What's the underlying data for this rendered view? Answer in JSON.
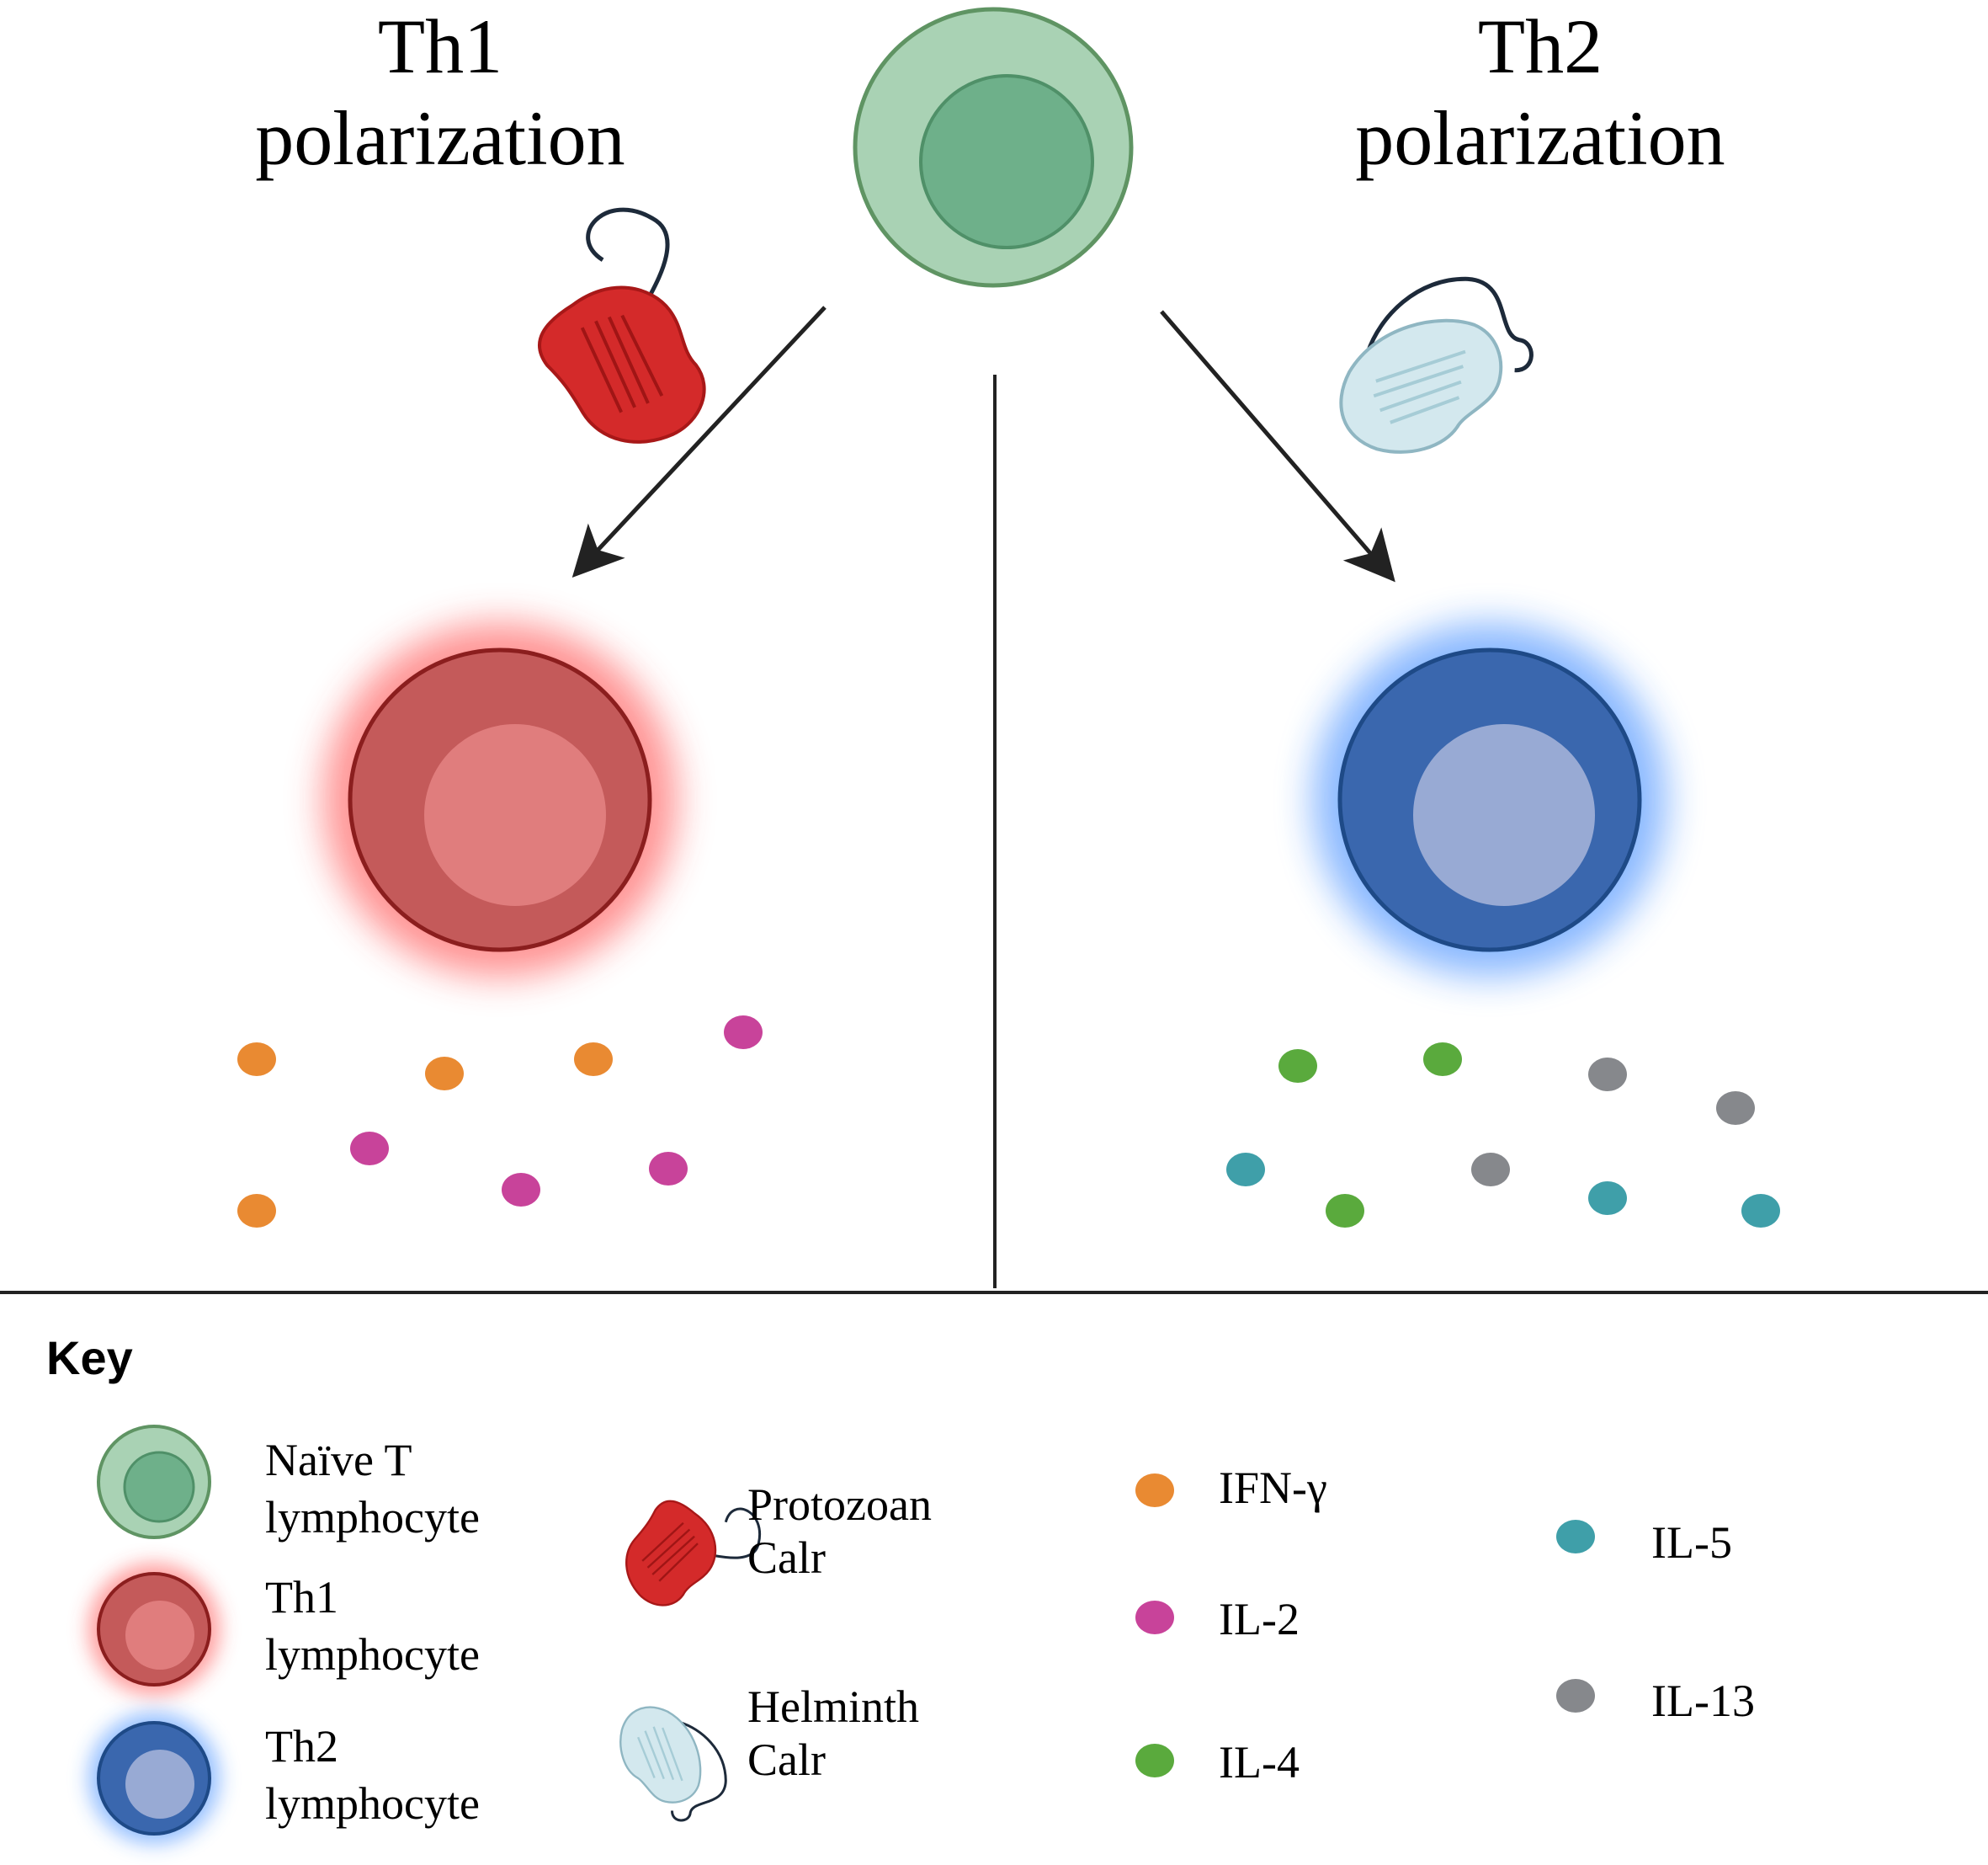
{
  "titles": {
    "th1_line1": "Th1",
    "th1_line2": "polarization",
    "th2_line1": "Th2",
    "th2_line2": "polarization"
  },
  "key": {
    "heading": "Key",
    "naive_line1": "Naïve T",
    "naive_line2": "lymphocyte",
    "th1_line1": "Th1",
    "th1_line2": "lymphocyte",
    "th2_line1": "Th2",
    "th2_line2": "lymphocyte",
    "protozoan_line1": "Protozoan",
    "protozoan_line2": "Calr",
    "helminth_line1": "Helminth",
    "helminth_line2": "Calr",
    "ifng": "IFN-γ",
    "il2": "IL-2",
    "il4": "IL-4",
    "il5": "IL-5",
    "il13": "IL-13"
  },
  "colors": {
    "naive_outer": "#a9d2b4",
    "naive_inner": "#6eb08a",
    "naive_stroke": "#5f9463",
    "th1_outer": "#c45a5a",
    "th1_inner": "#e07d7d",
    "th1_stroke": "#8b1e1e",
    "th1_glow": "#ff3b3b",
    "th2_outer": "#3a67ae",
    "th2_inner": "#98aad4",
    "th2_stroke": "#1e4a87",
    "th2_glow": "#2a7fff",
    "ifng": "#e98a32",
    "il2": "#c8439a",
    "il4": "#5aaa3d",
    "il5": "#3f9fa9",
    "il13": "#86888c",
    "protozoan": "#d42a2a",
    "helminth": "#d3e8ee"
  }
}
